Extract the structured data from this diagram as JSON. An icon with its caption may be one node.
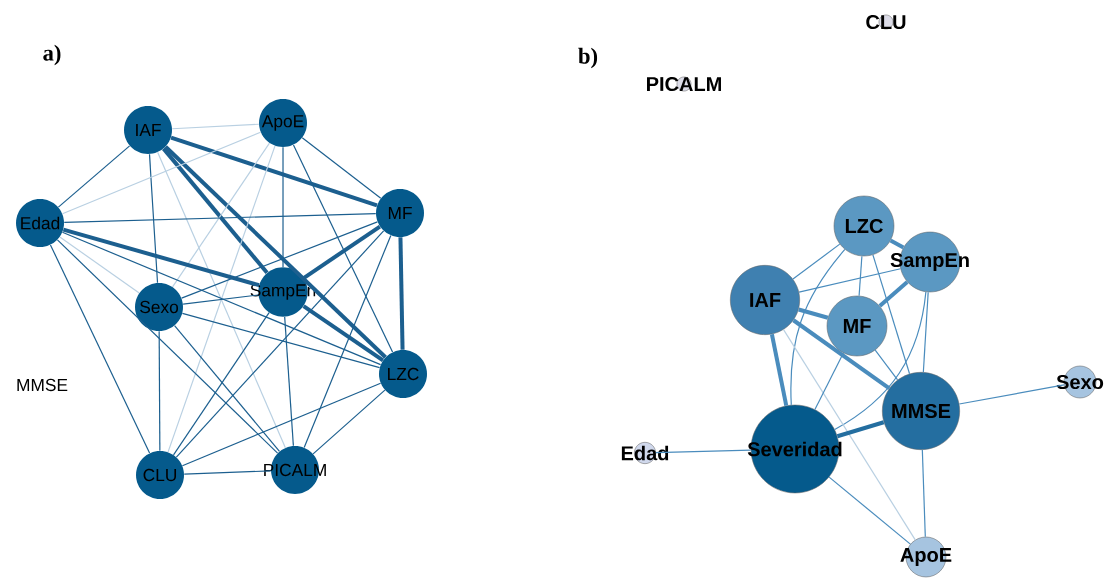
{
  "diagram": {
    "nodes": [
      {
        "text": [
          "IAF"
        ]
      },
      {
        "text": [
          "ApoE"
        ]
      },
      {
        "text": [
          "Edad"
        ]
      },
      {
        "text": [
          "MF"
        ]
      },
      {
        "text": [
          "SampEn"
        ]
      },
      {
        "text": [
          "Sexo"
        ]
      },
      {
        "text": [
          "LZC"
        ]
      },
      {
        "text": [
          "CLU"
        ]
      },
      {
        "text": [
          "PICALM"
        ]
      },
      {
        "text": [
          "MMSE"
        ]
      },
      {
        "text": [
          "CLU"
        ]
      },
      {
        "text": [
          "PICALM"
        ]
      },
      {
        "text": [
          "LZC"
        ]
      },
      {
        "text": [
          "SampEn"
        ]
      },
      {
        "text": [
          "IAF"
        ]
      },
      {
        "text": [
          "MF"
        ]
      },
      {
        "text": [
          "MMSE"
        ]
      },
      {
        "text": [
          "Sexo"
        ]
      },
      {
        "text": [
          "Edad"
        ]
      },
      {
        "text": [
          "Severidad"
        ]
      },
      {
        "text": [
          "ApoE"
        ]
      }
    ],
    "edges": [
      {
        "from": 0,
        "to": 1,
        "arrow": "none",
        "color": "#b9d0e2"
      },
      {
        "from": 0,
        "to": 3,
        "arrow": "none",
        "style": "thick"
      },
      {
        "from": 0,
        "to": 4,
        "arrow": "none",
        "style": "thick"
      },
      {
        "from": 0,
        "to": 6,
        "arrow": "none",
        "style": "thick"
      },
      {
        "from": 0,
        "to": 2,
        "arrow": "none"
      },
      {
        "from": 0,
        "to": 5,
        "arrow": "none"
      },
      {
        "from": 0,
        "to": 8,
        "arrow": "none",
        "color": "#b9d0e2"
      },
      {
        "from": 1,
        "to": 2,
        "arrow": "none",
        "color": "#b9d0e2"
      },
      {
        "from": 1,
        "to": 3,
        "arrow": "none"
      },
      {
        "from": 1,
        "to": 4,
        "arrow": "none"
      },
      {
        "from": 1,
        "to": 6,
        "arrow": "none"
      },
      {
        "from": 1,
        "to": 7,
        "arrow": "none",
        "color": "#b9d0e2"
      },
      {
        "from": 1,
        "to": 5,
        "arrow": "none",
        "color": "#b9d0e2"
      },
      {
        "from": 2,
        "to": 3,
        "arrow": "none"
      },
      {
        "from": 2,
        "to": 4,
        "arrow": "none",
        "style": "thick"
      },
      {
        "from": 2,
        "to": 6,
        "arrow": "none"
      },
      {
        "from": 2,
        "to": 7,
        "arrow": "none"
      },
      {
        "from": 2,
        "to": 8,
        "arrow": "none"
      },
      {
        "from": 2,
        "to": 5,
        "arrow": "none",
        "color": "#b9d0e2"
      },
      {
        "from": 3,
        "to": 4,
        "arrow": "none",
        "style": "thick"
      },
      {
        "from": 3,
        "to": 6,
        "arrow": "none",
        "style": "thick"
      },
      {
        "from": 3,
        "to": 5,
        "arrow": "none"
      },
      {
        "from": 3,
        "to": 7,
        "arrow": "none"
      },
      {
        "from": 3,
        "to": 8,
        "arrow": "none"
      },
      {
        "from": 4,
        "to": 6,
        "arrow": "none",
        "style": "thick"
      },
      {
        "from": 4,
        "to": 5,
        "arrow": "none"
      },
      {
        "from": 4,
        "to": 7,
        "arrow": "none"
      },
      {
        "from": 4,
        "to": 8,
        "arrow": "none"
      },
      {
        "from": 5,
        "to": 6,
        "arrow": "none"
      },
      {
        "from": 5,
        "to": 7,
        "arrow": "none"
      },
      {
        "from": 5,
        "to": 8,
        "arrow": "none"
      },
      {
        "from": 6,
        "to": 7,
        "arrow": "none"
      },
      {
        "from": 6,
        "to": 8,
        "arrow": "none"
      },
      {
        "from": 7,
        "to": 8,
        "arrow": "none"
      },
      {
        "from": 12,
        "to": 13,
        "arrow": "none",
        "style": "thick",
        "color": "#4a8cbd"
      },
      {
        "from": 12,
        "to": 14,
        "arrow": "none",
        "color": "#4a8cbd"
      },
      {
        "from": 12,
        "to": 15,
        "arrow": "none",
        "color": "#4a8cbd"
      },
      {
        "from": 12,
        "to": 16,
        "arrow": "none",
        "color": "#4a8cbd"
      },
      {
        "from": 12,
        "to": 19,
        "arrow": "none",
        "color": "#4a8cbd"
      },
      {
        "from": 13,
        "to": 14,
        "arrow": "none",
        "color": "#4a8cbd"
      },
      {
        "from": 13,
        "to": 15,
        "arrow": "none",
        "style": "thick",
        "color": "#4a8cbd"
      },
      {
        "from": 13,
        "to": 16,
        "arrow": "none",
        "color": "#4a8cbd"
      },
      {
        "from": 13,
        "to": 19,
        "arrow": "none",
        "color": "#4a8cbd"
      },
      {
        "from": 14,
        "to": 15,
        "arrow": "none",
        "style": "thick",
        "color": "#4a8cbd"
      },
      {
        "from": 14,
        "to": 16,
        "arrow": "none",
        "style": "thick",
        "color": "#4a8cbd"
      },
      {
        "from": 14,
        "to": 19,
        "arrow": "none",
        "style": "thick",
        "color": "#4a8cbd"
      },
      {
        "from": 14,
        "to": 20,
        "arrow": "none",
        "color": "#b9d0e2"
      },
      {
        "from": 15,
        "to": 16,
        "arrow": "none",
        "color": "#4a8cbd"
      },
      {
        "from": 15,
        "to": 19,
        "arrow": "none",
        "color": "#4a8cbd"
      },
      {
        "from": 16,
        "to": 19,
        "arrow": "none",
        "style": "thick",
        "color": "#246ea0"
      },
      {
        "from": 16,
        "to": 17,
        "arrow": "none",
        "color": "#4a8cbd"
      },
      {
        "from": 16,
        "to": 20,
        "arrow": "none",
        "color": "#4a8cbd"
      },
      {
        "from": 19,
        "to": 18,
        "arrow": "none",
        "color": "#4a8cbd"
      },
      {
        "from": 19,
        "to": 20,
        "arrow": "none",
        "color": "#4a8cbd"
      }
    ],
    "labels": [
      "a)",
      "b)"
    ]
  }
}
